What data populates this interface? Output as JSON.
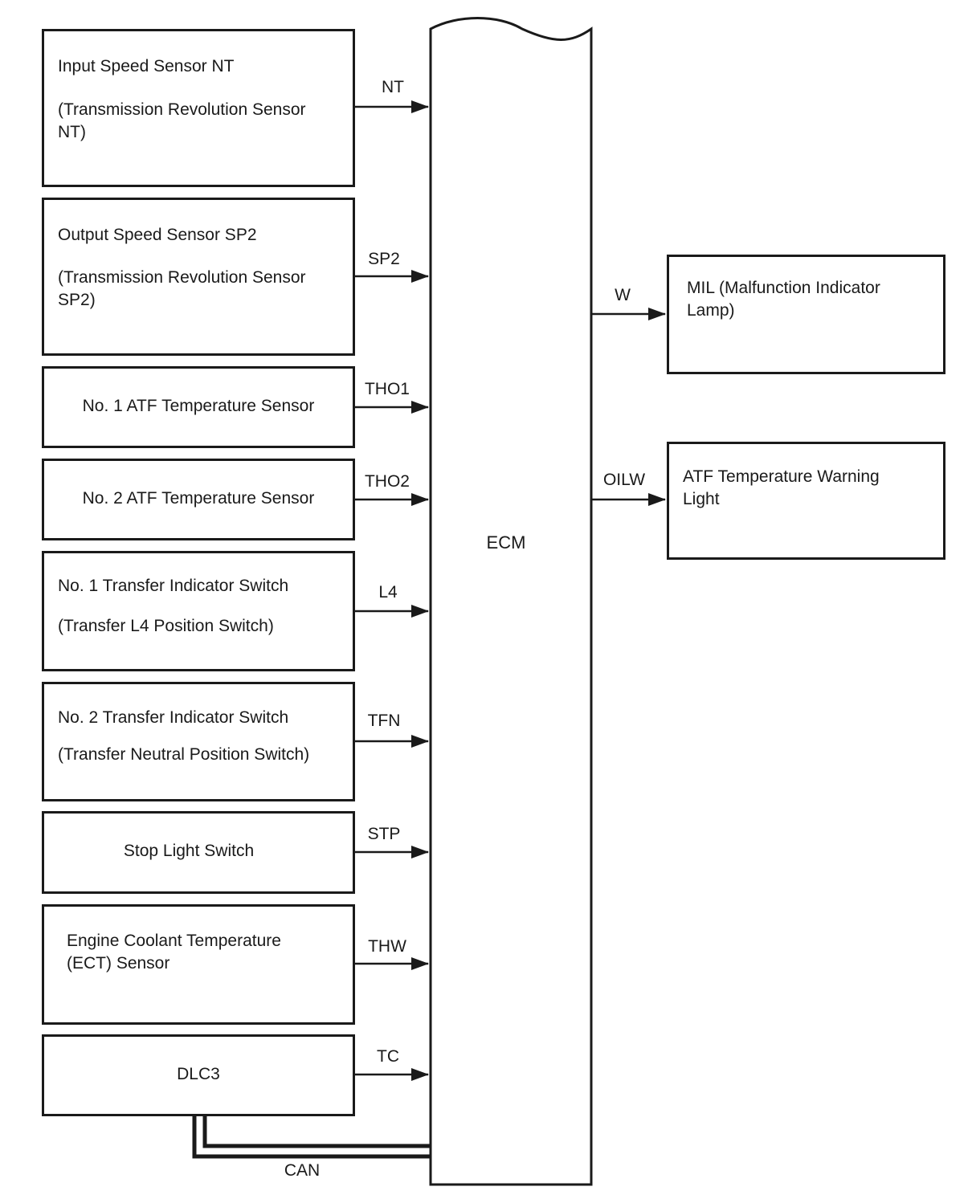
{
  "ecm": {
    "label": "ECM"
  },
  "inputs": [
    {
      "line1": "Input Speed Sensor NT",
      "line2": "(Transmission Revolution Sensor\nNT)",
      "signal": "NT"
    },
    {
      "line1": "Output Speed Sensor SP2",
      "line2": "(Transmission Revolution Sensor\nSP2)",
      "signal": "SP2"
    },
    {
      "line1": "No. 1 ATF Temperature Sensor",
      "signal": "THO1"
    },
    {
      "line1": "No. 2 ATF Temperature Sensor",
      "signal": "THO2"
    },
    {
      "line1": "No. 1 Transfer Indicator Switch",
      "line2": "(Transfer L4 Position Switch)",
      "signal": "L4"
    },
    {
      "line1": "No. 2 Transfer Indicator Switch",
      "line2": "(Transfer Neutral Position Switch)",
      "signal": "TFN"
    },
    {
      "line1": "Stop Light Switch",
      "signal": "STP"
    },
    {
      "line1": "Engine Coolant Temperature\n(ECT) Sensor",
      "signal": "THW"
    },
    {
      "line1": "DLC3",
      "signal": "TC"
    }
  ],
  "outputs": [
    {
      "label": "MIL (Malfunction Indicator\nLamp)",
      "signal": "W"
    },
    {
      "label": "ATF Temperature Warning\nLight",
      "signal": "OILW"
    }
  ],
  "bus": {
    "label": "CAN"
  }
}
